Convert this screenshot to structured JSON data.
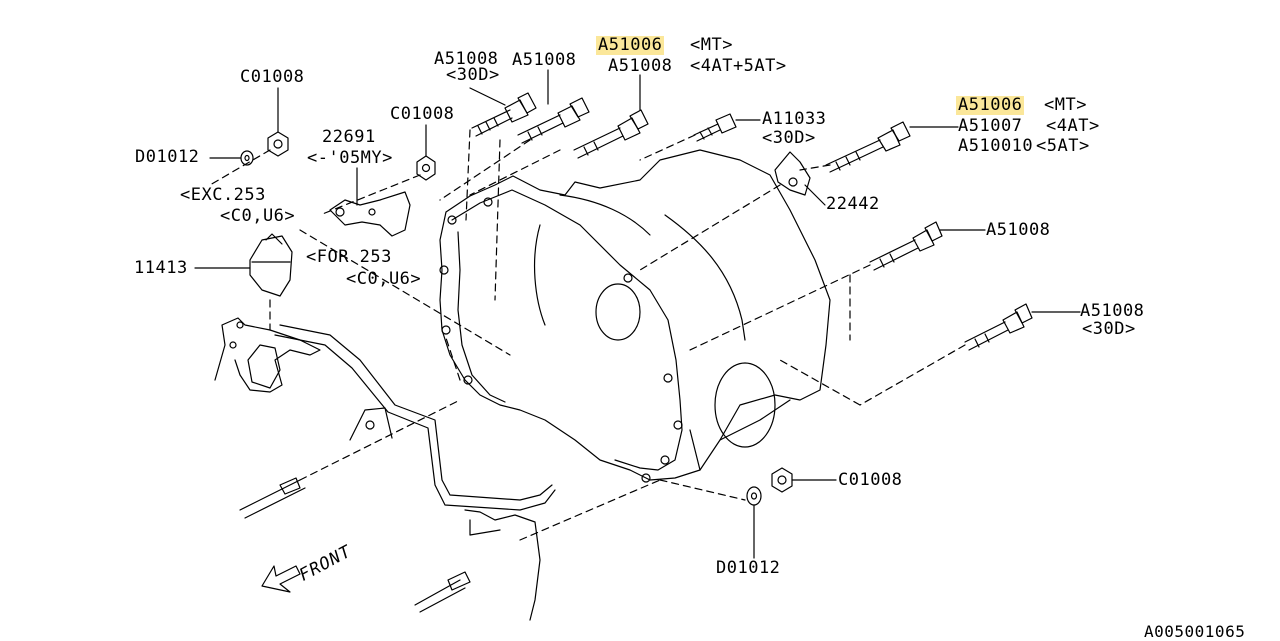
{
  "diagram_id": "A005001065",
  "labels": {
    "c01008_top": "C01008",
    "d01012_left": "D01012",
    "exc_253": "<EXC.253",
    "exc_c0u6": "<C0,U6>",
    "pn_22691": "22691",
    "pn_22691_note": "<-'05MY>",
    "c01008_mid": "C01008",
    "a51008_30d_pn": "A51008",
    "a51008_30d_note": "<30D>",
    "a51008_top": "A51008",
    "a51006_mt_top": "A51006",
    "mt_note_top": "<MT>",
    "a51008_4at5at": "A51008",
    "note_4at5at": "<4AT+5AT>",
    "a11033": "A11033",
    "a11033_note": "<30D>",
    "a51006_mt_right": "A51006",
    "mt_note_right": "<MT>",
    "a51007": "A51007",
    "note_4at": "<4AT>",
    "a510010": "A510010",
    "note_5at": "<5AT>",
    "pn_22442": "22442",
    "a51008_right": "A51008",
    "pn_11413": "11413",
    "for_253": "<FOR 253",
    "for_c0u6": "<C0,U6>",
    "a51008_lower": "A51008",
    "a51008_lower_note": "<30D>",
    "c01008_bottom": "C01008",
    "d01012_bottom": "D01012",
    "front": "FRONT"
  },
  "colors": {
    "line": "#000000",
    "highlight": "#fbe79a",
    "background": "#ffffff"
  }
}
